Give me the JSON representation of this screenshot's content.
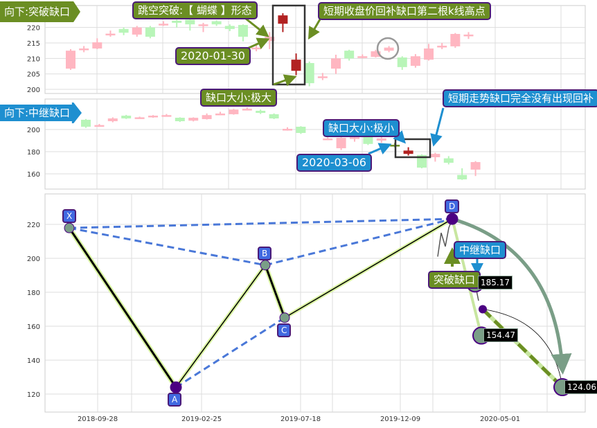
{
  "colors": {
    "up": "#ffb6c1",
    "down": "#b8f5b8",
    "gap_red": "#b22222",
    "gap_olive": "#6b8e23",
    "olive": "#6b8e23",
    "blue": "#1e8fd0",
    "dash": "#4a78d8",
    "arc": "#7a9e87"
  },
  "panel1": {
    "banner": "向下:突破缺口",
    "yticks": [
      200,
      205,
      210,
      215,
      220
    ],
    "candles": [
      [
        206.7,
        212.5,
        213,
        206.3
      ],
      [
        213.2,
        213.2,
        214,
        212
      ],
      [
        213.2,
        215.2,
        216.5,
        213
      ],
      [
        218,
        218,
        219,
        217
      ],
      [
        219.5,
        218.3,
        220,
        217.5
      ],
      [
        217.7,
        220,
        220.5,
        217
      ],
      [
        220,
        217,
        220.5,
        216.5
      ],
      [
        221.2,
        221.2,
        222,
        220.5
      ],
      [
        222.2,
        221.5,
        222.5,
        220
      ],
      [
        222.5,
        221,
        223,
        219
      ],
      [
        221,
        221,
        221.5,
        218.5
      ],
      [
        222,
        221,
        222.3,
        220.5
      ],
      [
        220.5,
        219.5,
        221,
        218.8
      ],
      [
        220.8,
        217,
        221,
        215.5
      ],
      [
        213.5,
        213.5,
        214.5,
        212.3
      ],
      [
        215.6,
        217,
        218.5,
        213
      ],
      [
        223.9,
        221.2,
        224.6,
        218.5
      ],
      [
        209.6,
        206,
        211.6,
        204.6
      ],
      [
        208.5,
        202,
        209,
        201
      ],
      [
        204.2,
        204.2,
        205.3,
        203
      ],
      [
        206.7,
        210,
        211.2,
        205
      ],
      [
        212.5,
        210,
        212.8,
        209.3
      ],
      [
        210.7,
        210.7,
        211.3,
        210
      ],
      [
        210.5,
        212.3,
        212.8,
        210.3
      ],
      [
        212.5,
        213.5,
        214,
        212
      ],
      [
        210.3,
        207.2,
        210.7,
        206.3
      ],
      [
        207.6,
        210.7,
        211.4,
        207
      ],
      [
        209.6,
        213.2,
        214.7,
        209.3
      ],
      [
        214.1,
        214.1,
        215,
        213
      ],
      [
        213.9,
        217.9,
        218.2,
        213.4
      ],
      [
        217.7,
        217.7,
        218.5,
        216.3
      ]
    ],
    "special": {
      "16": "gap_red",
      "17": "gap_red"
    },
    "annotations": {
      "pattern": "跳空突破:【 蝴蝶 】形态",
      "date": "2020-01-30",
      "gap_size": "缺口大小:极大",
      "fill": "短期收盘价回补缺口第二根k线高点"
    }
  },
  "panel2": {
    "banner": "向下:中继缺口",
    "yticks": [
      160,
      180,
      200
    ],
    "candles": [
      [
        0,
        208.8,
        202.5,
        209.5,
        201.5
      ],
      [
        1,
        204,
        204,
        205,
        203
      ],
      [
        2,
        207.5,
        210,
        211,
        206.5
      ],
      [
        3,
        212.5,
        210,
        213.2,
        209.5
      ],
      [
        4,
        211,
        211,
        211.6,
        210.4
      ],
      [
        5,
        211,
        212.5,
        213,
        210.6
      ],
      [
        6,
        213,
        213,
        214,
        212.2
      ],
      [
        7,
        210.6,
        207.5,
        211,
        206.8
      ],
      [
        8,
        208,
        210.6,
        211,
        207.3
      ],
      [
        9,
        209.4,
        213,
        214.5,
        209
      ],
      [
        10,
        214.4,
        214.4,
        216,
        213
      ],
      [
        11,
        213.8,
        218,
        218.6,
        213.4
      ],
      [
        12,
        218.7,
        218.7,
        220,
        217.8
      ],
      [
        13,
        216.9,
        215,
        218,
        214
      ],
      [
        14,
        213.8,
        210,
        214.5,
        209.4
      ],
      [
        15,
        200.6,
        200.6,
        202,
        199
      ],
      [
        16,
        202.5,
        196.9,
        203,
        196
      ],
      [
        18,
        191.9,
        191.9,
        193,
        190.5
      ],
      [
        19,
        183.1,
        192.5,
        193,
        181.5
      ],
      [
        20,
        193,
        193,
        196,
        189
      ],
      [
        21,
        193.8,
        187,
        194.5,
        186
      ],
      [
        22,
        190,
        192,
        193,
        188
      ],
      [
        23,
        186.2,
        186.2,
        188,
        184
      ],
      [
        24,
        178,
        181,
        184,
        176.5
      ],
      [
        25,
        177,
        165.6,
        177.5,
        165
      ],
      [
        26,
        175,
        178,
        179,
        171
      ],
      [
        27,
        174,
        170,
        176,
        168.5
      ],
      [
        28,
        159,
        155,
        165,
        154.5
      ],
      [
        29,
        163.8,
        170.6,
        171.5,
        158
      ]
    ],
    "special": {
      "23": "gap_olive",
      "24": "gap_red"
    },
    "annotations": {
      "gap_size": "缺口大小:极小",
      "date": "2020-03-06",
      "fill": "短期走势缺口完全没有出现回补"
    }
  },
  "chart_data": {
    "type": "line",
    "title": "",
    "xticks": [
      "2018-09-28",
      "2019-02-25",
      "2019-07-18",
      "2019-12-09",
      "2020-05-01"
    ],
    "yticks": [
      120,
      140,
      160,
      180,
      200,
      220
    ],
    "ylim": [
      112,
      238
    ],
    "points": [
      {
        "name": "X",
        "date": "2018-08-18",
        "value": 217.9
      },
      {
        "name": "A",
        "date": "2019-01-19",
        "value": 124.0
      },
      {
        "name": "B",
        "date": "2019-05-28",
        "value": 196.0
      },
      {
        "name": "C",
        "date": "2019-06-25",
        "value": 165.0
      },
      {
        "name": "D",
        "date": "2020-02-22",
        "value": 223.2
      }
    ],
    "targets": [
      {
        "date": "2020-03-26",
        "value": 185.17,
        "label": "185.17"
      },
      {
        "date": "2020-04-04",
        "value": 154.47,
        "label": "154.47"
      },
      {
        "date": "2020-07-30",
        "value": 124.06,
        "label": "124.06"
      }
    ],
    "mid_point": {
      "date": "2020-04-06",
      "value": 170.0
    },
    "price_trace": [
      [
        "2020-02-01",
        201
      ],
      [
        "2020-02-06",
        215
      ],
      [
        "2020-02-12",
        207
      ],
      [
        "2020-02-17",
        218
      ],
      [
        "2020-02-22",
        223
      ],
      [
        "2020-02-27",
        214
      ],
      [
        "2020-03-02",
        206
      ],
      [
        "2020-03-05",
        210
      ],
      [
        "2020-03-09",
        198
      ],
      [
        "2020-03-14",
        189
      ],
      [
        "2020-03-20",
        184
      ],
      [
        "2020-03-26",
        185
      ],
      [
        "2020-03-31",
        175
      ]
    ],
    "annotations": {
      "relay": "中继缺口",
      "breakout": "突破缺口"
    }
  }
}
